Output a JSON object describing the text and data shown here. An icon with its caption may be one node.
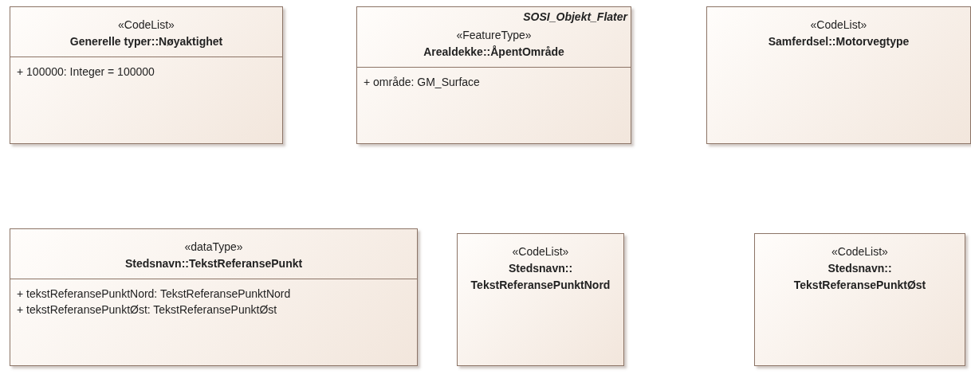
{
  "diagram": {
    "nodes": [
      {
        "text": [
          "«CodeList»",
          "Generelle typer::Nøyaktighet",
          "+ 100000: Integer = 100000"
        ]
      },
      {
        "text": [
          "SOSI_Objekt_Flater",
          "«FeatureType»",
          "Arealdekke::ÅpentOmråde",
          "+ område: GM_Surface"
        ]
      },
      {
        "text": [
          "«CodeList»",
          "Samferdsel::Motorvegtype"
        ]
      },
      {
        "text": [
          "«dataType»",
          "Stedsnavn::TekstReferansePunkt",
          "+ tekstReferansePunktNord: TekstReferansePunktNord",
          "+ tekstReferansePunktØst: TekstReferansePunktØst"
        ]
      },
      {
        "text": [
          "«CodeList»",
          "Stedsnavn:: TekstReferansePunktNord"
        ]
      },
      {
        "text": [
          "«CodeList»",
          "Stedsnavn:: TekstReferansePunktØst"
        ]
      }
    ]
  }
}
